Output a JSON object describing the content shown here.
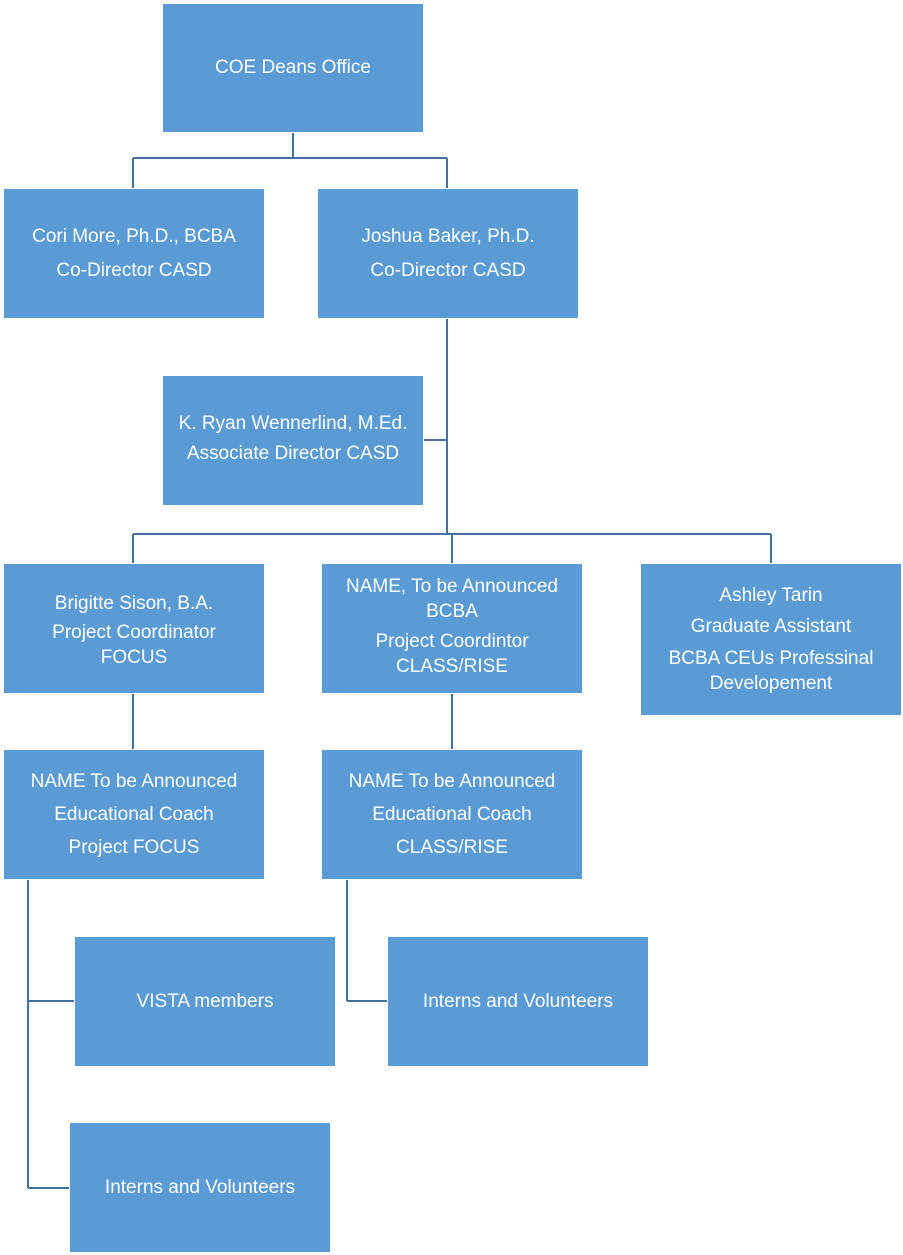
{
  "colors": {
    "box_fill": "#5b9bd5",
    "connector": "#41719c",
    "text": "#ffffff"
  },
  "nodes": {
    "deans_office": {
      "lines": [
        "COE Deans Office"
      ]
    },
    "cori_more": {
      "lines": [
        "Cori More, Ph.D., BCBA",
        "Co-Director CASD"
      ]
    },
    "joshua_baker": {
      "lines": [
        "Joshua Baker, Ph.D.",
        "Co-Director CASD"
      ]
    },
    "ryan_wennerlind": {
      "lines": [
        "K. Ryan Wennerlind, M.Ed.",
        "Associate Director CASD"
      ]
    },
    "brigitte_sison": {
      "lines": [
        "Brigitte Sison, B.A.",
        "Project Coordinator FOCUS"
      ]
    },
    "tba_bcba": {
      "lines": [
        "NAME, To be Announced BCBA",
        "Project Coordintor CLASS/RISE"
      ]
    },
    "ashley_tarin": {
      "lines": [
        "Ashley Tarin",
        "Graduate Assistant",
        "BCBA CEUs Professinal Developement"
      ]
    },
    "coach_focus": {
      "lines": [
        "NAME To be Announced",
        "Educational Coach",
        "Project FOCUS"
      ]
    },
    "coach_class_rise": {
      "lines": [
        "NAME To be Announced",
        "Educational Coach",
        "CLASS/RISE"
      ]
    },
    "vista_members": {
      "lines": [
        "VISTA members"
      ]
    },
    "interns_right": {
      "lines": [
        "Interns and Volunteers"
      ]
    },
    "interns_left": {
      "lines": [
        "Interns and Volunteers"
      ]
    }
  }
}
